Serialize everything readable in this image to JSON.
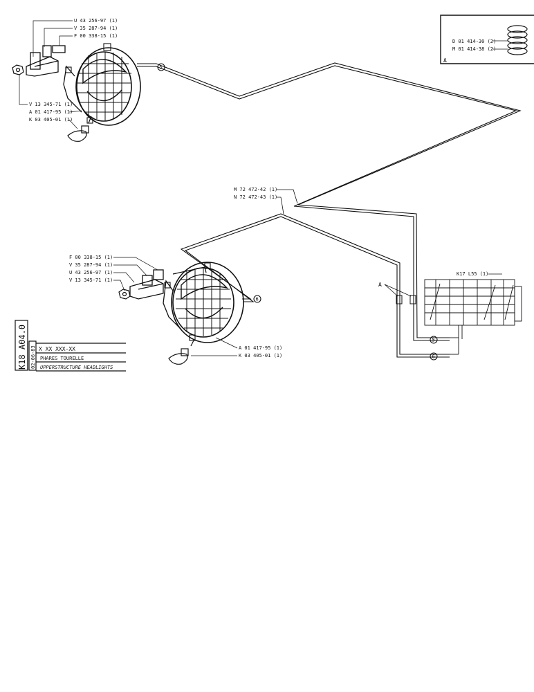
{
  "parts": {
    "top_lamp": {
      "bracket_labels": [
        "U 43 256-97 (1)",
        "V 35 287-94 (1)",
        "F 00 338-15 (1)"
      ],
      "lower_labels": [
        "V 13 345-71 (1)",
        "A 01 417-95 (1)",
        "K 03 405-01 (1)"
      ],
      "cable_marker": "5"
    },
    "bottom_lamp": {
      "bracket_labels": [
        "F 00 338-15 (1)",
        "V 35 287-94 (1)",
        "U 43 256-97 (1)",
        "V 13 345-71 (1)"
      ],
      "lower_labels": [
        "A 01 417-95 (1)",
        "K 03 405-01 (1)"
      ],
      "cable_marker": "6"
    },
    "cables": [
      "M 72 472-42 (1)",
      "N 72 472-43 (1)"
    ],
    "detail_box": {
      "letter": "A",
      "labels": [
        "D 01 414-30 (2)",
        "M 01 414-38 (2)"
      ]
    },
    "connector_label": "A",
    "terminal_box_label": "K17 L55 (1)",
    "terminal_markers": [
      "5",
      "6"
    ]
  },
  "title_block": {
    "code": "K18 A04.0",
    "ref": "X XX XXX-XX",
    "date": "02-06-83",
    "title_fr": "PHARES TOURELLE",
    "title_en": "UPPERSTRUCTURE HEADLIGHTS"
  }
}
